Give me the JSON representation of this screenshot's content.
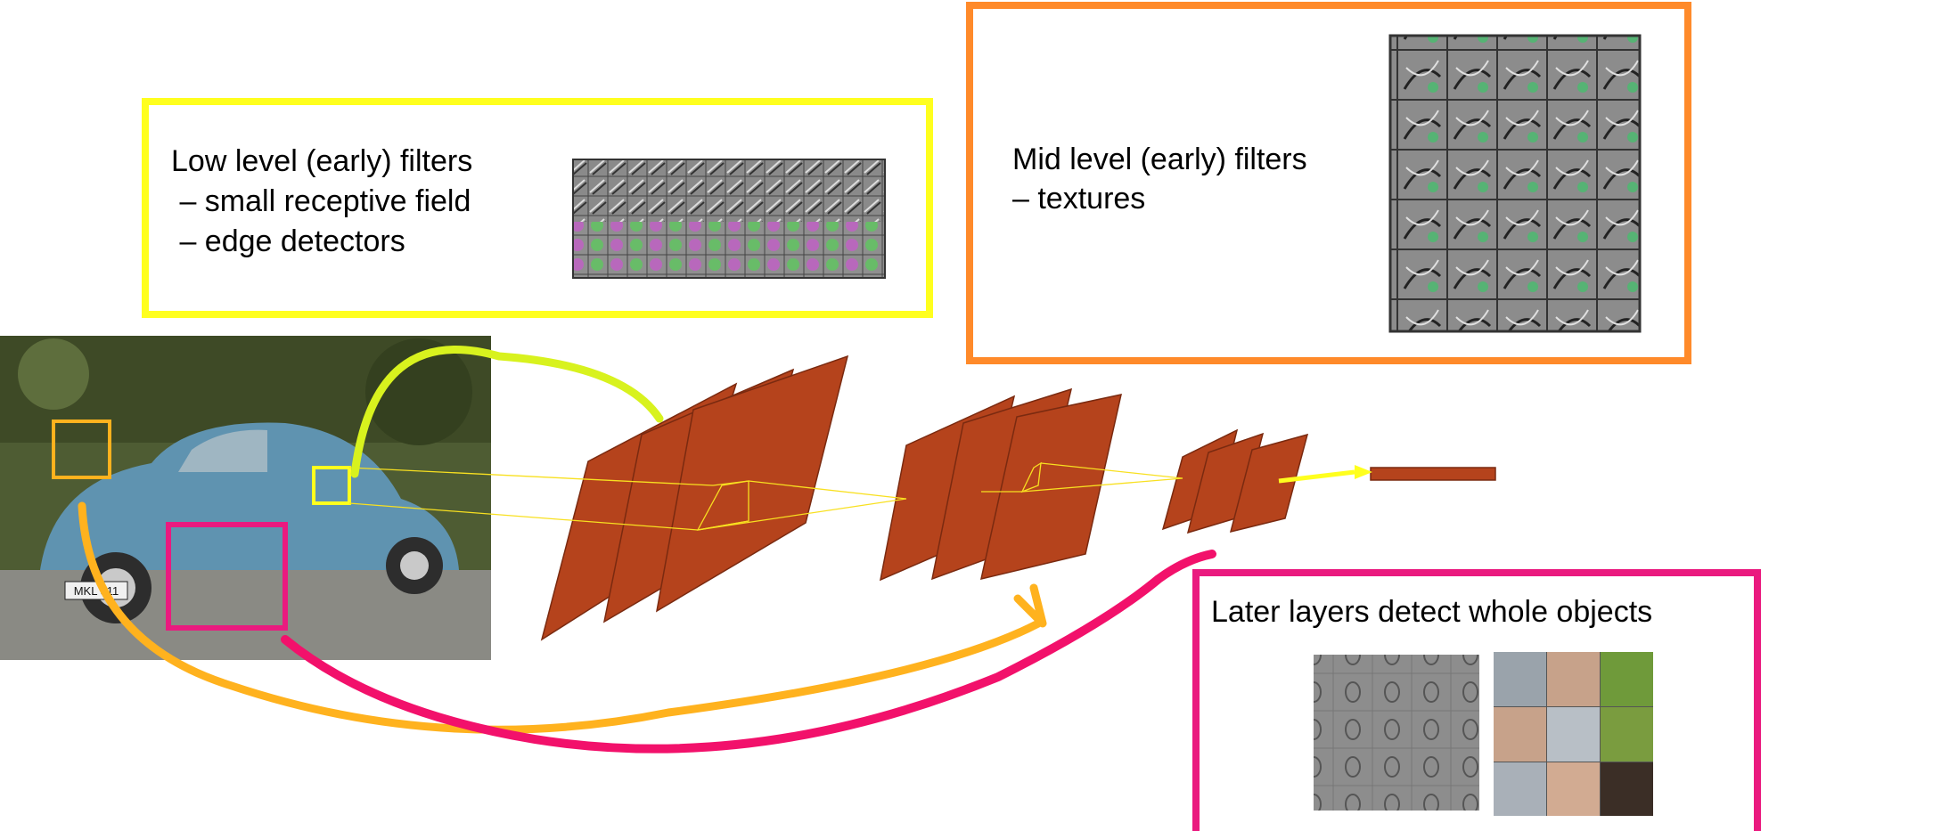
{
  "colors": {
    "low_box": "#ffff1e",
    "mid_box": "#ff8a2a",
    "late_box": "#ea1a7f",
    "layer_fill": "#b5431c",
    "arrow_lime": "#d8f21e",
    "arrow_orange": "#ffb21e",
    "arrow_magenta": "#f2116b",
    "ray_yellow": "#f8e020",
    "car_blue": "#5f93b0"
  },
  "low_level": {
    "title": "Low level (early) filters",
    "item1": " – small receptive field",
    "item2": " – edge detectors",
    "image_icon": "gabor-filter-grid"
  },
  "mid_level": {
    "title": "Mid level (early) filters",
    "item1": "– textures",
    "image_icon": "texture-filter-grid"
  },
  "late_level": {
    "title": "Later layers detect whole objects",
    "image1_icon": "object-filter-grid",
    "image2_icon": "object-photo-grid"
  },
  "photo": {
    "icon": "volkswagen-beetle-photo",
    "plate_text": "MKL 511"
  }
}
